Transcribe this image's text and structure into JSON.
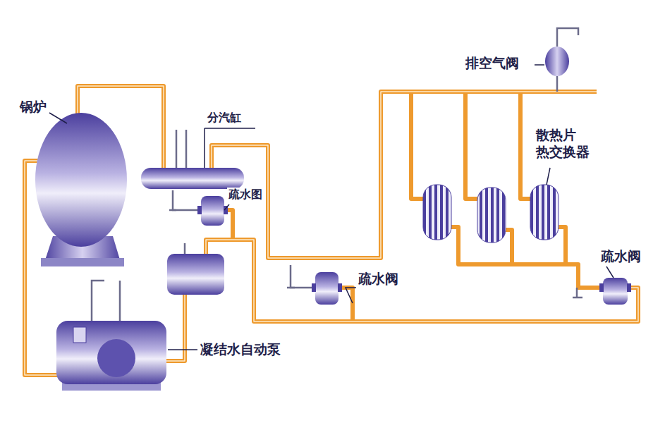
{
  "diagram": {
    "labels": [
      "锅炉",
      "分汽缸",
      "疏水图",
      "排空气阀",
      "散热片 热交换器",
      "疏水阀",
      "疏水阀",
      "凝结水自动泵"
    ]
  }
}
